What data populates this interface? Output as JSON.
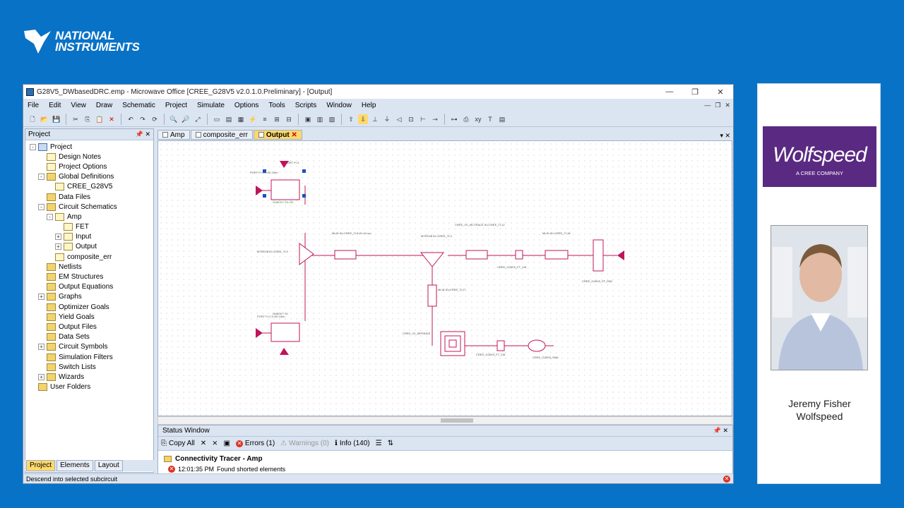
{
  "ni_logo": {
    "line1": "NATIONAL",
    "line2": "INSTRUMENTS"
  },
  "window": {
    "title": "G28V5_DWbasedDRC.emp - Microwave Office [CREE_G28V5 v2.0.1.0.Preliminary] - [Output]",
    "minimize": "—",
    "restore": "❐",
    "close": "✕"
  },
  "menu": [
    "File",
    "Edit",
    "View",
    "Draw",
    "Schematic",
    "Project",
    "Simulate",
    "Options",
    "Tools",
    "Scripts",
    "Window",
    "Help"
  ],
  "project_panel": {
    "title": "Project",
    "tree": [
      {
        "label": "Project",
        "level": 0,
        "expander": "-",
        "icon": "blue"
      },
      {
        "label": "Design Notes",
        "level": 1,
        "expander": "",
        "icon": "sch"
      },
      {
        "label": "Project Options",
        "level": 1,
        "expander": "",
        "icon": "sch"
      },
      {
        "label": "Global Definitions",
        "level": 1,
        "expander": "-",
        "icon": "folder"
      },
      {
        "label": "CREE_G28V5",
        "level": 2,
        "expander": "",
        "icon": "sch"
      },
      {
        "label": "Data Files",
        "level": 1,
        "expander": "",
        "icon": "folder"
      },
      {
        "label": "Circuit Schematics",
        "level": 1,
        "expander": "-",
        "icon": "folder"
      },
      {
        "label": "Amp",
        "level": 2,
        "expander": "-",
        "icon": "sch"
      },
      {
        "label": "FET",
        "level": 3,
        "expander": "",
        "icon": "sch"
      },
      {
        "label": "Input",
        "level": 3,
        "expander": "+",
        "icon": "sch"
      },
      {
        "label": "Output",
        "level": 3,
        "expander": "+",
        "icon": "sch"
      },
      {
        "label": "composite_err",
        "level": 2,
        "expander": "",
        "icon": "sch"
      },
      {
        "label": "Netlists",
        "level": 1,
        "expander": "",
        "icon": "folder"
      },
      {
        "label": "EM Structures",
        "level": 1,
        "expander": "",
        "icon": "folder"
      },
      {
        "label": "Output Equations",
        "level": 1,
        "expander": "",
        "icon": "folder"
      },
      {
        "label": "Graphs",
        "level": 1,
        "expander": "+",
        "icon": "folder"
      },
      {
        "label": "Optimizer Goals",
        "level": 1,
        "expander": "",
        "icon": "folder"
      },
      {
        "label": "Yield Goals",
        "level": 1,
        "expander": "",
        "icon": "folder"
      },
      {
        "label": "Output Files",
        "level": 1,
        "expander": "",
        "icon": "folder"
      },
      {
        "label": "Data Sets",
        "level": 1,
        "expander": "",
        "icon": "folder"
      },
      {
        "label": "Circuit Symbols",
        "level": 1,
        "expander": "+",
        "icon": "folder"
      },
      {
        "label": "Simulation Filters",
        "level": 1,
        "expander": "",
        "icon": "folder"
      },
      {
        "label": "Switch Lists",
        "level": 1,
        "expander": "",
        "icon": "folder"
      },
      {
        "label": "Wizards",
        "level": 1,
        "expander": "+",
        "icon": "folder"
      },
      {
        "label": "User Folders",
        "level": 0,
        "expander": "",
        "icon": "folder"
      }
    ],
    "bottom_tabs": [
      "Project",
      "Elements",
      "Layout"
    ]
  },
  "doc_tabs": [
    {
      "label": "Amp",
      "active": false
    },
    {
      "label": "composite_err",
      "active": false
    },
    {
      "label": "Output",
      "active": true
    }
  ],
  "status_window": {
    "title": "Status Window",
    "copy_all": "Copy All",
    "errors": "Errors (1)",
    "warnings": "Warnings (0)",
    "info": "Info (140)",
    "group": "Connectivity Tracer - Amp",
    "row_time": "12:01:35 PM",
    "row_message": "Found shorted elements"
  },
  "statusbar": {
    "text": "Descend into selected subcircuit"
  },
  "side_panel": {
    "brand": "Wolfspeed",
    "brand_sub": "A CREE COMPANY",
    "presenter_name": "Jeremy Fisher",
    "presenter_company": "Wolfspeed"
  },
  "colors": {
    "background": "#0872c7",
    "brand_purple": "#5a2a82",
    "wire": "#c0145a",
    "tab_active": "#ffd96b"
  }
}
